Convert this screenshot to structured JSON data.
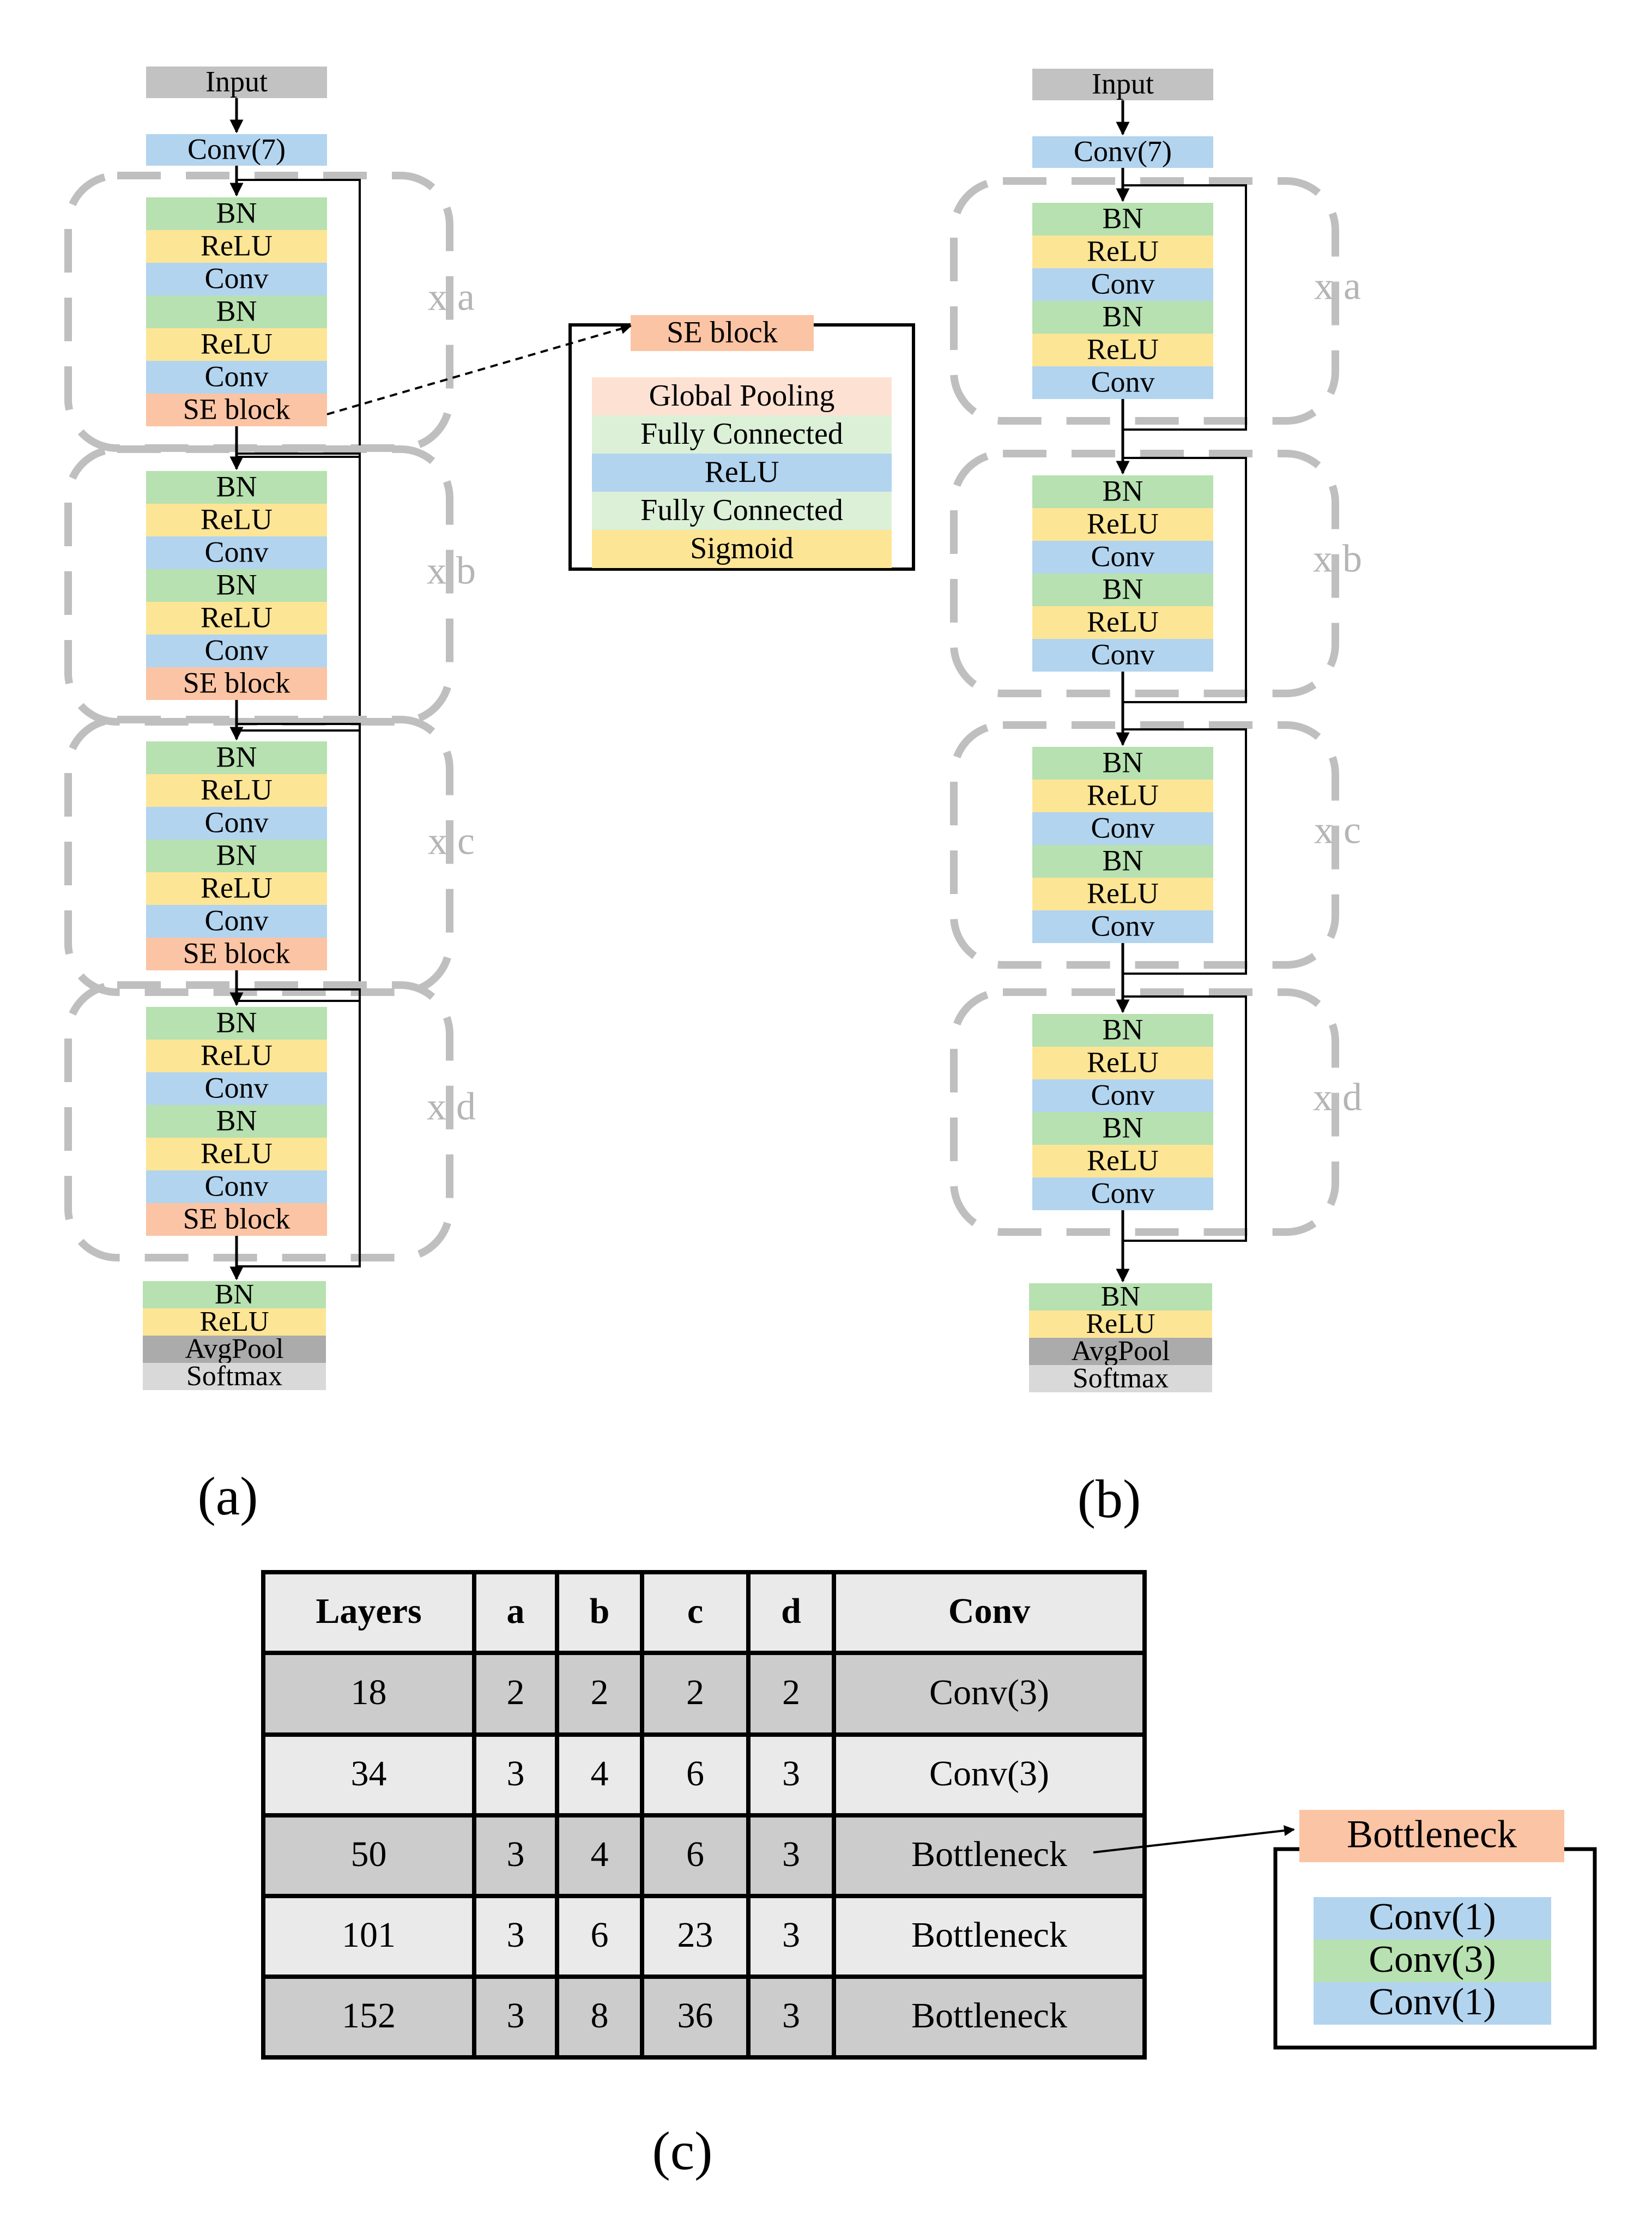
{
  "colors": {
    "bn": "#b7e1b0",
    "relu": "#fde596",
    "conv": "#b2d4ef",
    "se": "#fbc4a4",
    "gray": "#c2c2c2",
    "dark_gray": "#ababab",
    "light_gray": "#d9d9d9",
    "pool": "#fde2d4",
    "fc": "#dcf0d8",
    "dashed": "#bfbfbf",
    "row_dark": "#cccccc",
    "row_light": "#eaeaea"
  },
  "panel_a": {
    "caption": "(a)",
    "input": "Input",
    "first_conv": "Conv(7)",
    "stages": [
      {
        "repeat": "x a",
        "layers": [
          "BN",
          "ReLU",
          "Conv",
          "BN",
          "ReLU",
          "Conv",
          "SE block"
        ]
      },
      {
        "repeat": "x b",
        "layers": [
          "BN",
          "ReLU",
          "Conv",
          "BN",
          "ReLU",
          "Conv",
          "SE block"
        ]
      },
      {
        "repeat": "x c",
        "layers": [
          "BN",
          "ReLU",
          "Conv",
          "BN",
          "ReLU",
          "Conv",
          "SE block"
        ]
      },
      {
        "repeat": "x d",
        "layers": [
          "BN",
          "ReLU",
          "Conv",
          "BN",
          "ReLU",
          "Conv",
          "SE block"
        ]
      }
    ],
    "tail": [
      "BN",
      "ReLU",
      "AvgPool",
      "Softmax"
    ]
  },
  "panel_b": {
    "caption": "(b)",
    "input": "Input",
    "first_conv": "Conv(7)",
    "stages": [
      {
        "repeat": "x a",
        "layers": [
          "BN",
          "ReLU",
          "Conv",
          "BN",
          "ReLU",
          "Conv"
        ]
      },
      {
        "repeat": "x b",
        "layers": [
          "BN",
          "ReLU",
          "Conv",
          "BN",
          "ReLU",
          "Conv"
        ]
      },
      {
        "repeat": "x c",
        "layers": [
          "BN",
          "ReLU",
          "Conv",
          "BN",
          "ReLU",
          "Conv"
        ]
      },
      {
        "repeat": "x d",
        "layers": [
          "BN",
          "ReLU",
          "Conv",
          "BN",
          "ReLU",
          "Conv"
        ]
      }
    ],
    "tail": [
      "BN",
      "ReLU",
      "AvgPool",
      "Softmax"
    ]
  },
  "se_detail": {
    "title": "SE block",
    "layers": [
      "Global Pooling",
      "Fully Connected",
      "ReLU",
      "Fully Connected",
      "Sigmoid"
    ]
  },
  "table": {
    "caption": "(c)",
    "headers": [
      "Layers",
      "a",
      "b",
      "c",
      "d",
      "Conv"
    ],
    "rows": [
      [
        "18",
        "2",
        "2",
        "2",
        "2",
        "Conv(3)"
      ],
      [
        "34",
        "3",
        "4",
        "6",
        "3",
        "Conv(3)"
      ],
      [
        "50",
        "3",
        "4",
        "6",
        "3",
        "Bottleneck"
      ],
      [
        "101",
        "3",
        "6",
        "23",
        "3",
        "Bottleneck"
      ],
      [
        "152",
        "3",
        "8",
        "36",
        "3",
        "Bottleneck"
      ]
    ]
  },
  "bottleneck": {
    "title": "Bottleneck",
    "layers": [
      "Conv(1)",
      "Conv(3)",
      "Conv(1)"
    ]
  }
}
